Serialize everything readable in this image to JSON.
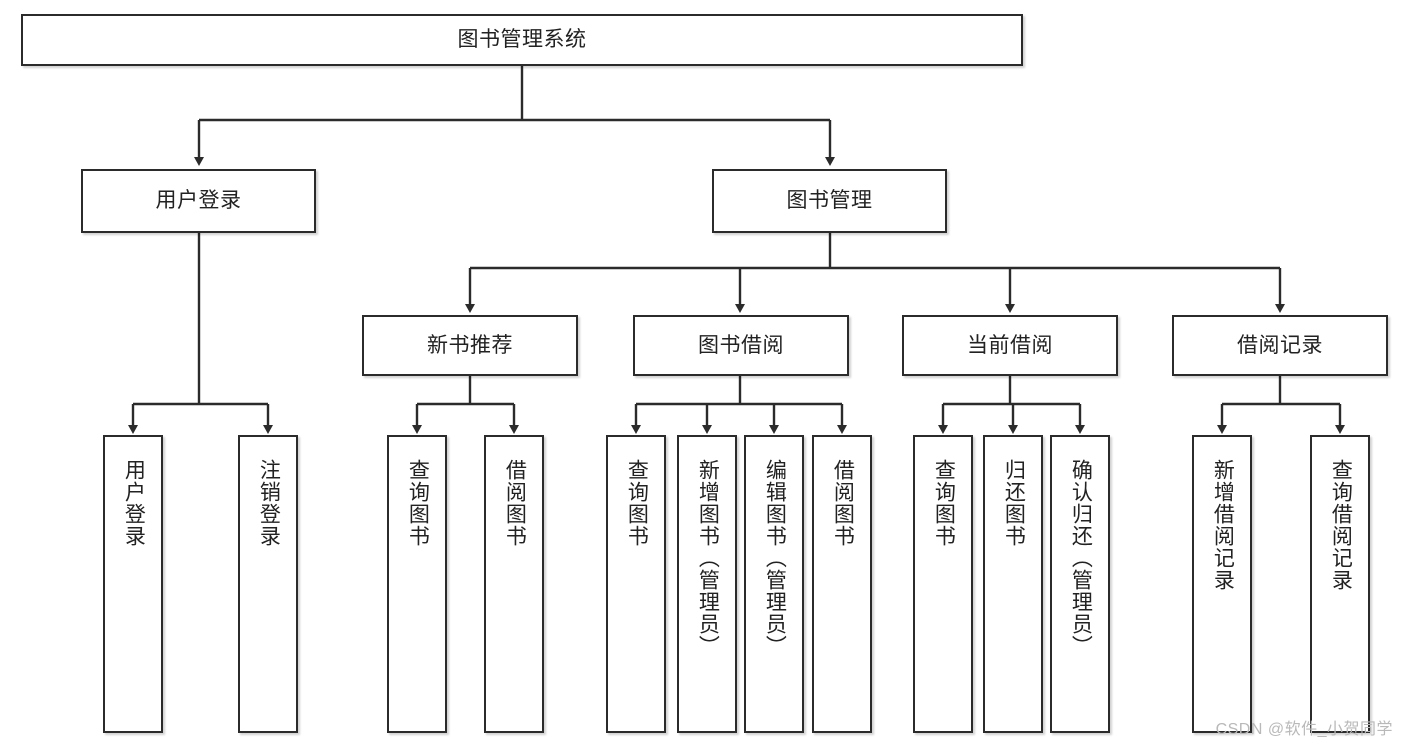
{
  "diagram": {
    "title": "图书管理系统",
    "type": "tree-hierarchy-chart",
    "watermark": "CSDN @软件_小贺同学",
    "colors": {
      "box_border": "#2b2b2b",
      "box_fill": "#ffffff",
      "connector": "#2b2b2b",
      "text": "#222222",
      "watermark": "#b9b9b9"
    },
    "nodes": {
      "root": {
        "label": "图书管理系统"
      },
      "level2": [
        {
          "label": "用户登录"
        },
        {
          "label": "图书管理"
        }
      ],
      "level3": [
        {
          "label": "新书推荐"
        },
        {
          "label": "图书借阅"
        },
        {
          "label": "当前借阅"
        },
        {
          "label": "借阅记录"
        }
      ],
      "leaves_user_login": [
        {
          "label": "用户登录"
        },
        {
          "label": "注销登录"
        }
      ],
      "leaves_new_book": [
        {
          "label": "查询图书"
        },
        {
          "label": "借阅图书"
        }
      ],
      "leaves_borrow": [
        {
          "label": "查询图书"
        },
        {
          "label": "新增图书（管理员）"
        },
        {
          "label": "编辑图书（管理员）"
        },
        {
          "label": "借阅图书"
        }
      ],
      "leaves_current": [
        {
          "label": "查询图书"
        },
        {
          "label": "归还图书"
        },
        {
          "label": "确认归还（管理员）"
        }
      ],
      "leaves_records": [
        {
          "label": "新增借阅记录"
        },
        {
          "label": "查询借阅记录"
        }
      ]
    }
  }
}
